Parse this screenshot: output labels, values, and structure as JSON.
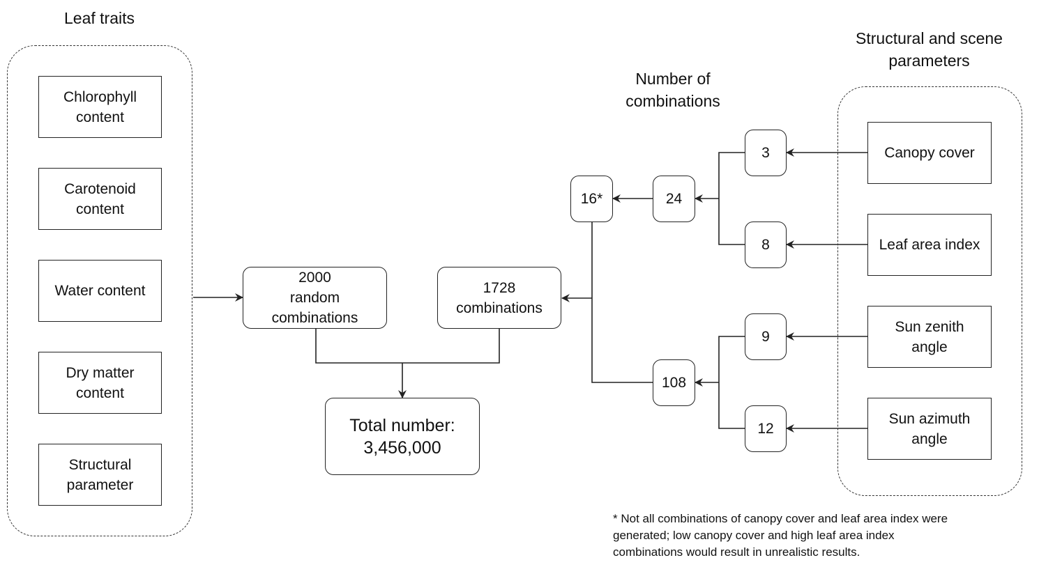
{
  "leaf_traits": {
    "title": "Leaf traits",
    "items": [
      "Chlorophyll\ncontent",
      "Carotenoid\ncontent",
      "Water content",
      "Dry matter\ncontent",
      "Structural\nparameter"
    ]
  },
  "structural_params": {
    "title": "Structural and scene\nparameters",
    "items": [
      "Canopy cover",
      "Leaf area index",
      "Sun zenith\nangle",
      "Sun azimuth\nangle"
    ]
  },
  "combinations": {
    "title": "Number of\ncombinations",
    "canopy_cover": "3",
    "leaf_area_index": "8",
    "sun_zenith": "9",
    "sun_azimuth": "12",
    "cc_lai_product": "24",
    "cc_lai_valid": "16*",
    "sun_product": "108",
    "structural_total": "1728\ncombinations",
    "leaf_random": "2000\nrandom\ncombinations",
    "total": "Total number:\n3,456,000"
  },
  "footnote": "* Not all combinations of canopy cover and leaf area index were\ngenerated; low canopy cover and high leaf area index\ncombinations would result in unrealistic results."
}
